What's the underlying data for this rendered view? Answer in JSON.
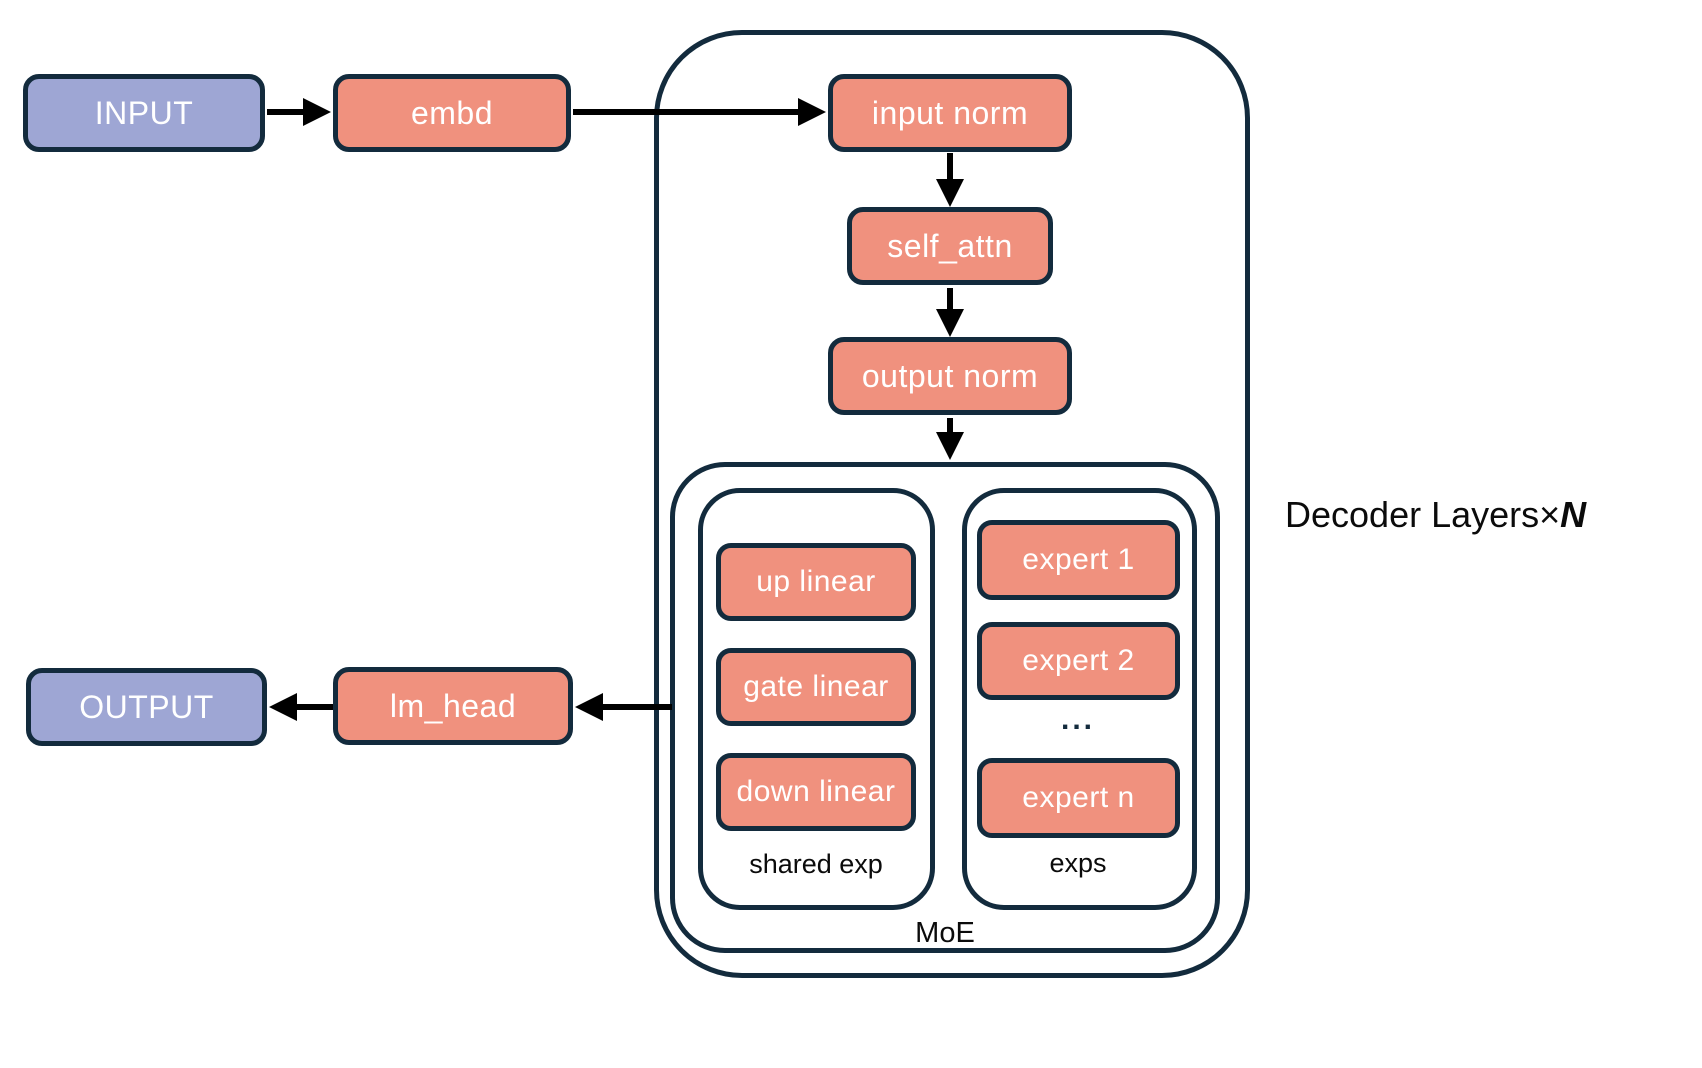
{
  "figure": {
    "type": "moe-decoder-architecture-diagram"
  },
  "colors": {
    "io_fill": "#9EA6D4",
    "module_fill": "#F0917E",
    "outline": "#132B3D",
    "arrow": "#000000",
    "background": "#FFFFFF",
    "box_text": "#FFFFFF",
    "label_text": "#0B0B0B"
  },
  "nodes": {
    "input": "INPUT",
    "embd": "embd",
    "input_norm": "input norm",
    "self_attn": "self_attn",
    "output_norm": "output norm",
    "up_linear": "up linear",
    "gate_linear": "gate linear",
    "down_linear": "down linear",
    "expert_1": "expert 1",
    "expert_2": "expert 2",
    "expert_ellipsis": "...",
    "expert_n": "expert n",
    "lm_head": "lm_head",
    "output": "OUTPUT"
  },
  "containers": {
    "shared_exp_label": "shared exp",
    "exps_label": "exps",
    "moe_label": "MoE",
    "decoder_layers": {
      "prefix": "Decoder Layers",
      "times": "×",
      "n": "N"
    }
  }
}
